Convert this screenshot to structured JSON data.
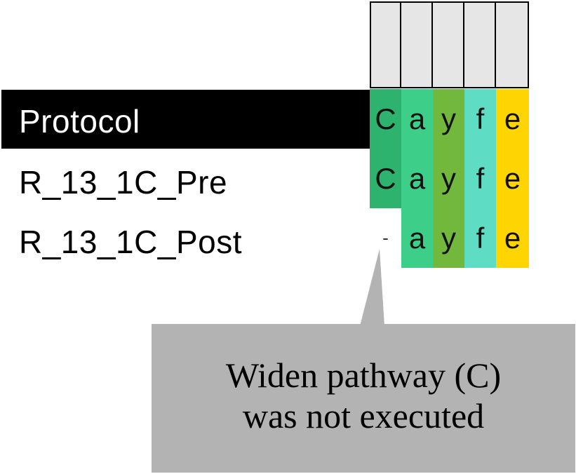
{
  "columns": [
    "C",
    "a",
    "y",
    "f",
    "e"
  ],
  "colors": {
    "C": "#2db36e",
    "a": "#3dcf8a",
    "y": "#72b83c",
    "f": "#5fdcc4",
    "e": "#ffd500",
    "header_bg": "#e6e6e6",
    "callout_bg": "#b3b3b3"
  },
  "rows": [
    {
      "label": "Protocol",
      "cells": [
        "C",
        "a",
        "y",
        "f",
        "e"
      ]
    },
    {
      "label": "R_13_1C_Pre",
      "cells": [
        "C",
        "a",
        "y",
        "f",
        "e"
      ]
    },
    {
      "label": "R_13_1C_Post",
      "missing_marker": "-",
      "cells": [
        "a",
        "y",
        "f",
        "e"
      ]
    }
  ],
  "callout": {
    "line1": "Widen pathway (C)",
    "line2": "was not executed"
  }
}
